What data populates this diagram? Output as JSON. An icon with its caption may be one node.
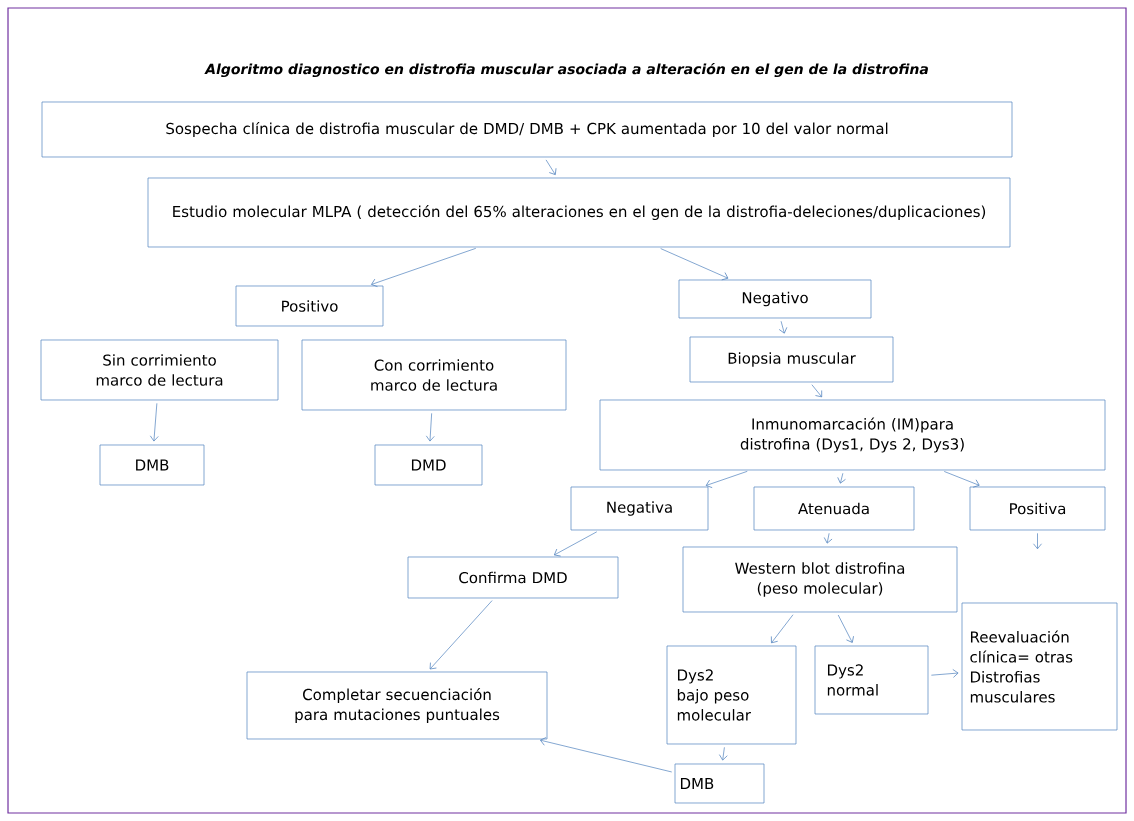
{
  "diagram": {
    "title": "Algoritmo diagnostico en distrofia muscular asociada a alteración en el gen de la distrofina",
    "nodes": [
      {
        "text": [
          "Sospecha clínica de distrofia muscular de DMD/ DMB + CPK aumentada por 10 del valor normal"
        ]
      },
      {
        "text": [
          "Estudio molecular MLPA ( detección del 65% alteraciones en el gen de la distrofia-deleciones/duplicaciones)"
        ]
      },
      {
        "text": [
          "Positivo"
        ]
      },
      {
        "text": [
          "Negativo"
        ]
      },
      {
        "text": [
          "Sin corrimiento marco de lectura"
        ]
      },
      {
        "text": [
          "Con corrimiento marco de lectura"
        ]
      },
      {
        "text": [
          "Biopsia muscular"
        ]
      },
      {
        "text": [
          "Inmunomarcación (IM)para distrofina (Dys1, Dys 2, Dys3)"
        ]
      },
      {
        "text": [
          "DMB"
        ]
      },
      {
        "text": [
          "DMD"
        ]
      },
      {
        "text": [
          "Negativa"
        ]
      },
      {
        "text": [
          "Atenuada"
        ]
      },
      {
        "text": [
          "Positiva"
        ]
      },
      {
        "text": [
          "Confirma DMD"
        ]
      },
      {
        "text": [
          "Western blot distrofina (peso molecular)"
        ]
      },
      {
        "text": [
          "Reevaluación clínica= otras Distrofias musculares"
        ]
      },
      {
        "text": [
          "Completar secuenciación para mutaciones puntuales"
        ]
      },
      {
        "text": [
          "Dys2 bajo peso molecular"
        ]
      },
      {
        "text": [
          "Dys2 normal"
        ]
      },
      {
        "text": [
          "DMB"
        ]
      }
    ],
    "edges": [
      {
        "from": 0,
        "to": 1,
        "arrow": "to"
      },
      {
        "from": 1,
        "to": 2,
        "arrow": "to"
      },
      {
        "from": 1,
        "to": 3,
        "arrow": "to"
      },
      {
        "from": 3,
        "to": 6,
        "arrow": "to"
      },
      {
        "from": 6,
        "to": 7,
        "arrow": "to"
      },
      {
        "from": 4,
        "to": 8,
        "arrow": "to"
      },
      {
        "from": 5,
        "to": 9,
        "arrow": "to"
      },
      {
        "from": 7,
        "to": 10,
        "arrow": "to"
      },
      {
        "from": 7,
        "to": 11,
        "arrow": "to"
      },
      {
        "from": 7,
        "to": 12,
        "arrow": "to"
      },
      {
        "from": 10,
        "to": 13,
        "arrow": "to"
      },
      {
        "from": 11,
        "to": 14,
        "arrow": "to"
      },
      {
        "from": 13,
        "to": 16,
        "arrow": "to"
      },
      {
        "from": 14,
        "to": 17,
        "arrow": "to"
      },
      {
        "from": 14,
        "to": 18,
        "arrow": "to"
      },
      {
        "from": 18,
        "to": 15,
        "arrow": "to"
      },
      {
        "from": 17,
        "to": 19,
        "arrow": "to"
      },
      {
        "from": 19,
        "to": 16,
        "arrow": "to"
      },
      {
        "from": 12,
        "to": null,
        "arrow": "to"
      }
    ]
  }
}
